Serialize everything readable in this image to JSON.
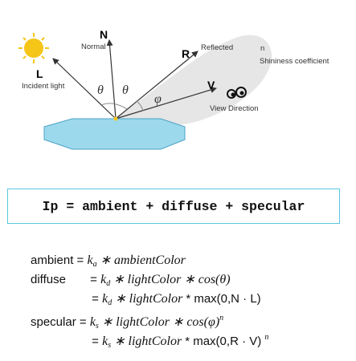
{
  "diagram": {
    "normal_letter": "N",
    "normal_label": "Normal",
    "light_letter": "L",
    "light_label": "Incident light",
    "reflected_letter": "R",
    "reflected_label": "Reflected",
    "view_letter": "V",
    "view_label": "View Direction",
    "shininess_letter": "n",
    "shininess_label": "Shininess coefficient",
    "theta_left": "θ",
    "theta_right": "θ",
    "phi": "φ",
    "colors": {
      "theta": "#c0392b",
      "phi": "#27a243",
      "sun": "#f5c518",
      "surface": "#9dd9ec",
      "lobe": "#e6e6e6"
    },
    "icons": [
      "sun-icon",
      "eye-icon"
    ]
  },
  "formula": "Ip = ambient + diffuse + specular",
  "equations": {
    "ambient_name": "ambient",
    "ambient_eq": "=",
    "ka": "k",
    "ka_sub": "a",
    "ambient_rest": " ∗ ambientColor",
    "diffuse_name": "diffuse",
    "diffuse_eq": "=",
    "kd": "k",
    "kd_sub": "d",
    "diffuse_rest1": " ∗ lightColor ∗ cos(θ)",
    "diffuse_line2_eq": "=",
    "kd2": "k",
    "kd2_sub": "d",
    "diffuse_rest2a": " ∗ lightColor ",
    "diffuse_rest2b": "* max(0,N · L)",
    "specular_name": "specular",
    "specular_eq": "=",
    "ks": "k",
    "ks_sub": "s",
    "specular_rest1": " ∗ lightColor ∗ cos(φ)",
    "specular_exp1": "n",
    "specular_line2_eq": "=",
    "ks2": "k",
    "ks2_sub": "s",
    "specular_rest2a": " ∗ lightColor ",
    "specular_rest2b": "* max(0,R · V) ",
    "specular_exp2": "n"
  }
}
